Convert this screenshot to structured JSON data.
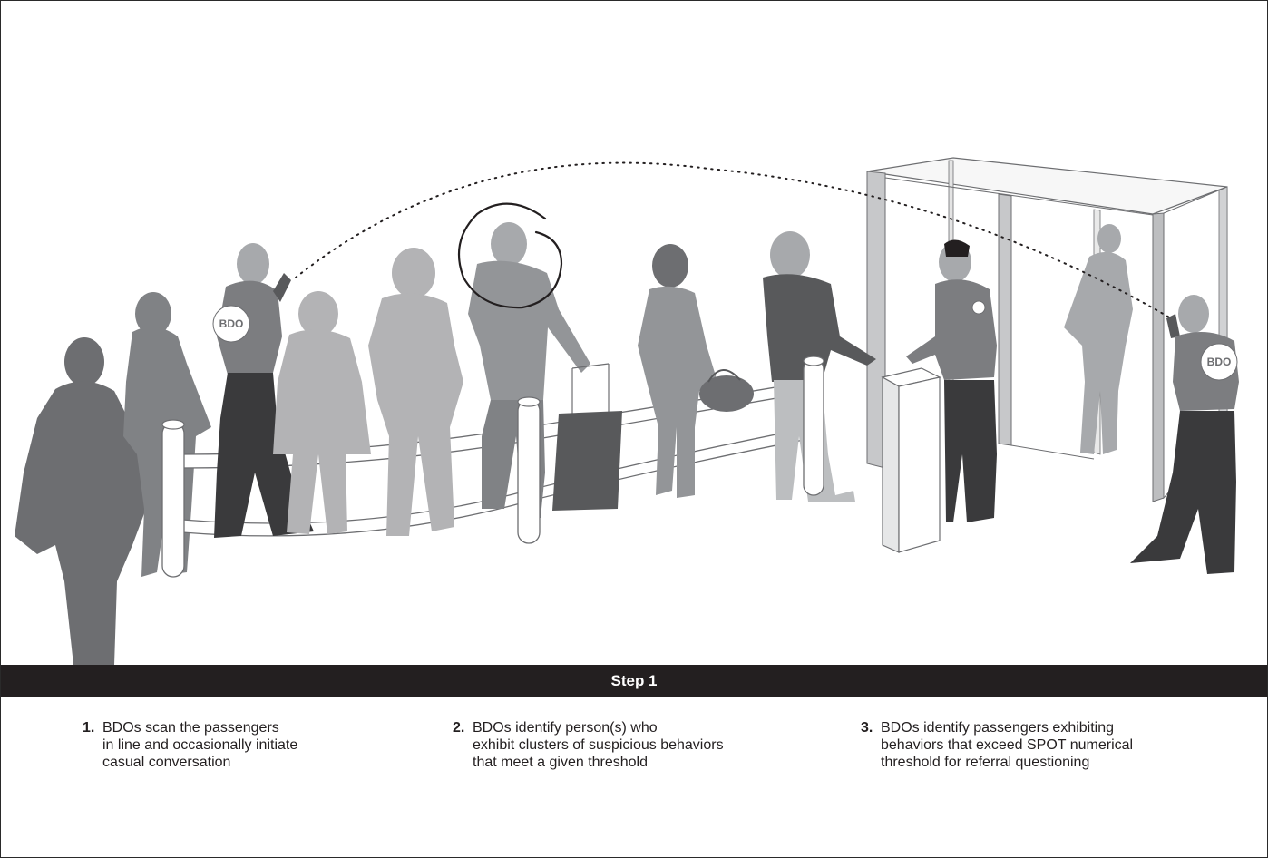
{
  "scene": {
    "badge_left": "BDO",
    "badge_right": "BDO"
  },
  "step_bar": {
    "label": "Step 1"
  },
  "steps": [
    {
      "number": "1.",
      "text": "BDOs scan the passengers\nin line and occasionally initiate\ncasual conversation"
    },
    {
      "number": "2.",
      "text": "BDOs identify person(s) who\nexhibit clusters of suspicious behaviors\nthat meet a given threshold"
    },
    {
      "number": "3.",
      "text": "BDOs identify passengers exhibiting\nbehaviors that exceed SPOT numerical\nthreshold for referral questioning"
    }
  ],
  "colors": {
    "bar": "#231f20",
    "figure_dark": "#5d5d5f",
    "figure_mid": "#8a8a8c",
    "figure_light": "#b3b3b5",
    "uniform": "#7c7d80",
    "pants": "#3a3a3c"
  }
}
